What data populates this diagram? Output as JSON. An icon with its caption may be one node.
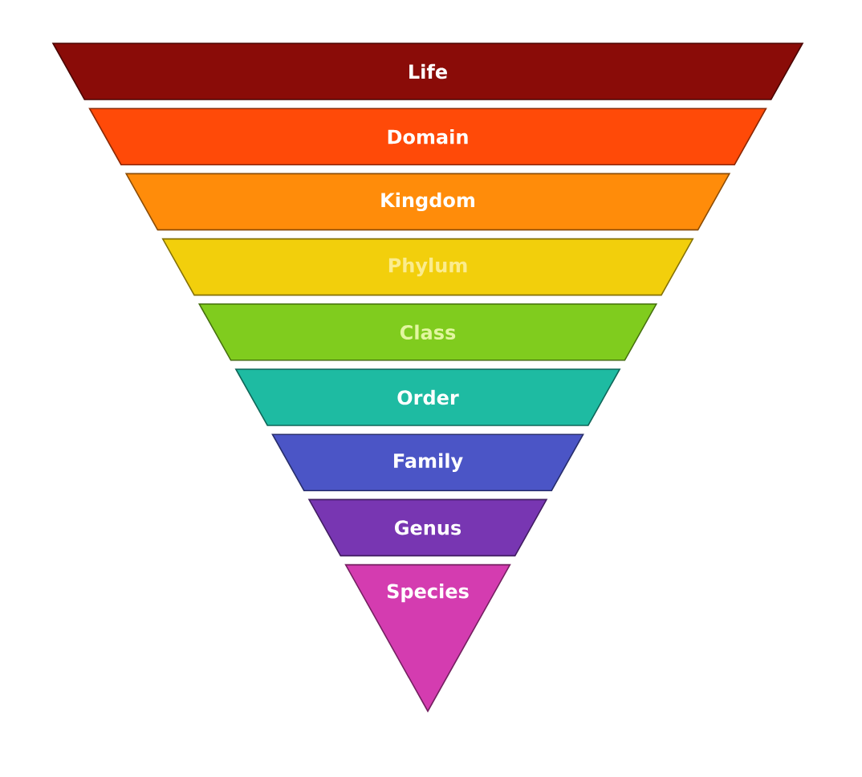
{
  "diagram": {
    "nodes": [
      {
        "text": [
          "Life"
        ]
      },
      {
        "text": [
          "Domain"
        ]
      },
      {
        "text": [
          "Kingdom"
        ]
      },
      {
        "text": [
          "Phylum"
        ]
      },
      {
        "text": [
          "Class"
        ]
      },
      {
        "text": [
          "Order"
        ]
      },
      {
        "text": [
          "Family"
        ]
      },
      {
        "text": [
          "Genus"
        ]
      },
      {
        "text": [
          "Species"
        ]
      }
    ]
  }
}
